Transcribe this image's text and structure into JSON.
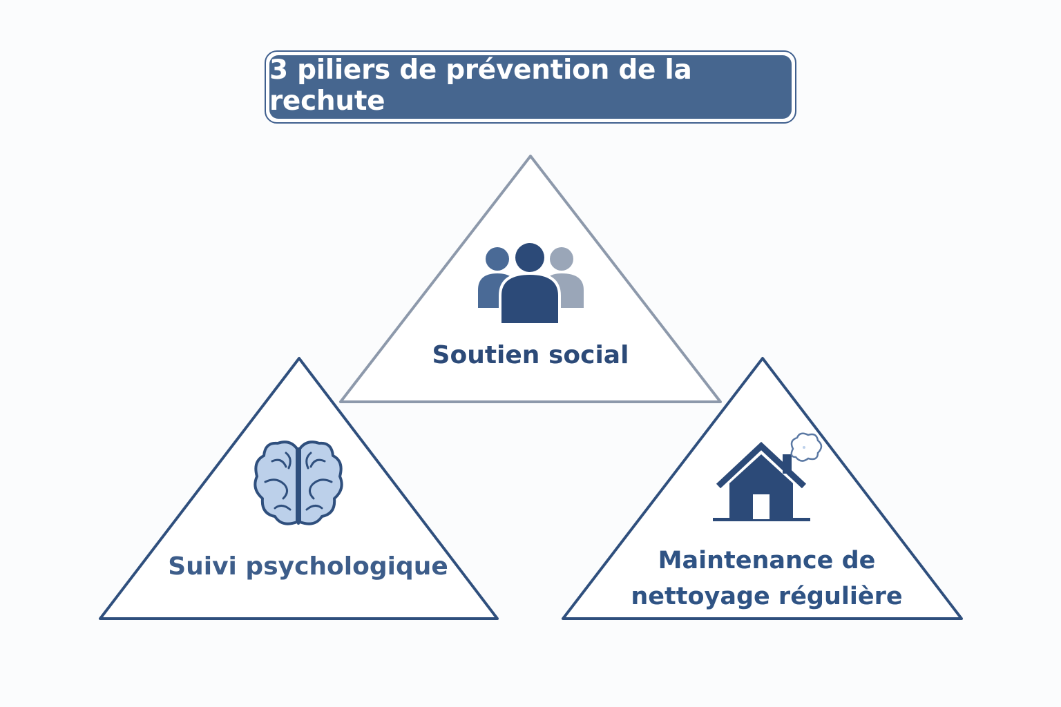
{
  "title": "3 piliers de prévention de la rechute",
  "pillars": {
    "social": {
      "label": "Soutien social",
      "icon": "people-group-icon"
    },
    "psychological": {
      "label": "Suivi psychologique",
      "icon": "brain-icon"
    },
    "maintenance": {
      "label_line1": "Maintenance de",
      "label_line2": "nettoyage régulière",
      "icon": "house-icon"
    }
  },
  "colors": {
    "primary": "#46668f",
    "dark_blue": "#2c4a78",
    "grey_outline": "#8d99ab",
    "light_blue": "#bcd0ea"
  }
}
